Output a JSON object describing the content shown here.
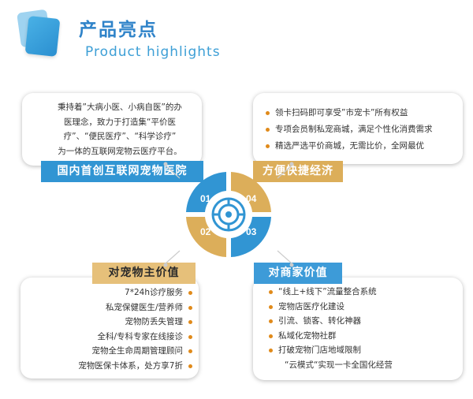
{
  "header": {
    "title_cn": "产品亮点",
    "title_en": "Product highlights"
  },
  "colors": {
    "blue": "#3195d3",
    "gold": "#dcae5a",
    "bullet_orange": "#e08a1a"
  },
  "center": {
    "q1": "01",
    "q2": "02",
    "q3": "03",
    "q4": "04",
    "center_icon": "target-icon"
  },
  "top_left": {
    "label": "国内首创互联网宠物医院",
    "lines": [
      "秉持着”大病小医、小病自医”的办",
      "医理念，致力于打造集“平价医",
      "疗”、“便民医疗”、“科学诊疗”",
      "为一体的互联网宠物云医疗平台。"
    ]
  },
  "top_right": {
    "label": "方便快捷经济",
    "items": [
      "领卡扫码即可享受”市宠卡”所有权益",
      "专项会员制私宠商城，满足个性化消费需求",
      "精选严选平价商城，无需比价，全网最优"
    ]
  },
  "bottom_left": {
    "label": "对宠物主价值",
    "items": [
      "7*24h诊疗服务",
      "私宠保健医生/营养师",
      "宠物防丢失管理",
      "全科/专科专家在线接诊",
      "宠物全生命周期管理顾问",
      "宠物医保卡体系，处方享7折"
    ]
  },
  "bottom_right": {
    "label": "对商家价值",
    "items": [
      "“线上+线下”流量整合系统",
      "宠物店医疗化建设",
      "引流、锁客、转化神器",
      "私域化宠物社群",
      "打破宠物门店地域限制"
    ],
    "last_line": "“云模式“实现一卡全国化经营"
  }
}
